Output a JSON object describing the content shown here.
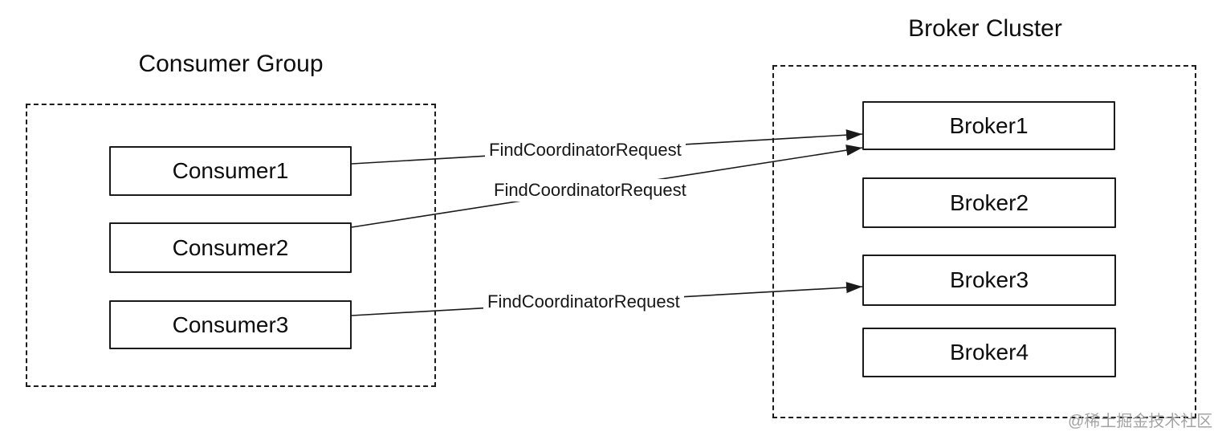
{
  "diagram": {
    "consumer_group": {
      "title": "Consumer Group",
      "nodes": [
        {
          "label": "Consumer1"
        },
        {
          "label": "Consumer2"
        },
        {
          "label": "Consumer3"
        }
      ]
    },
    "broker_cluster": {
      "title": "Broker Cluster",
      "nodes": [
        {
          "label": "Broker1"
        },
        {
          "label": "Broker2"
        },
        {
          "label": "Broker3"
        },
        {
          "label": "Broker4"
        }
      ]
    },
    "arrows": [
      {
        "label": "FindCoordinatorRequest",
        "from": "Consumer1",
        "to": "Broker1"
      },
      {
        "label": "FindCoordinatorRequest",
        "from": "Consumer2",
        "to": "Broker1"
      },
      {
        "label": "FindCoordinatorRequest",
        "from": "Consumer3",
        "to": "Broker3"
      }
    ],
    "watermark": "@稀土掘金技术社区",
    "colors": {
      "background": "#ffffff",
      "line": "#1a1a1a",
      "text": "#111111",
      "watermark": "#9b9b9b"
    }
  }
}
